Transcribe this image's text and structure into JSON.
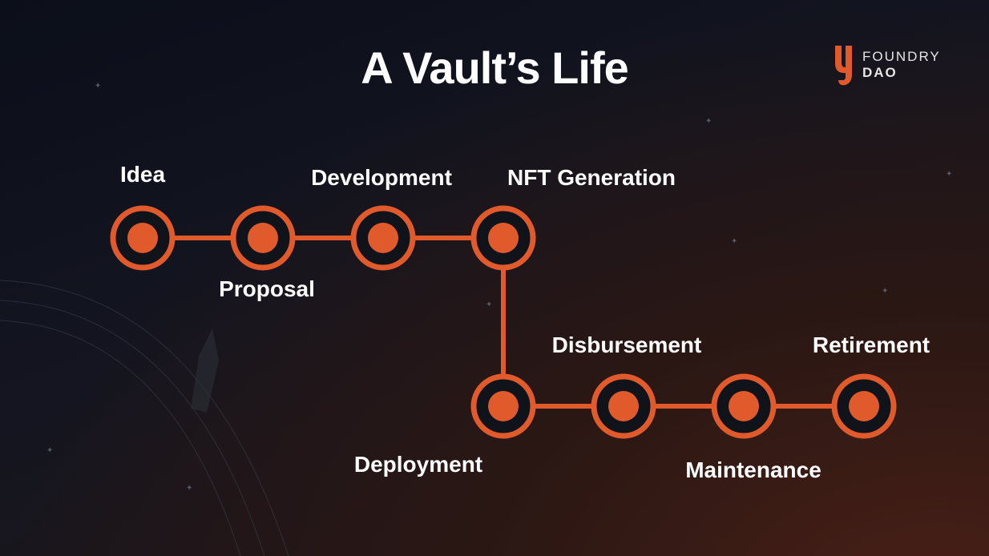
{
  "title": "A Vault’s Life",
  "logo": {
    "line1": "FOUNDRY",
    "line2": "DAO"
  },
  "accent": "#E05A2B",
  "stages": [
    "Idea",
    "Proposal",
    "Development",
    "NFT Generation",
    "Deployment",
    "Disbursement",
    "Maintenance",
    "Retirement"
  ]
}
